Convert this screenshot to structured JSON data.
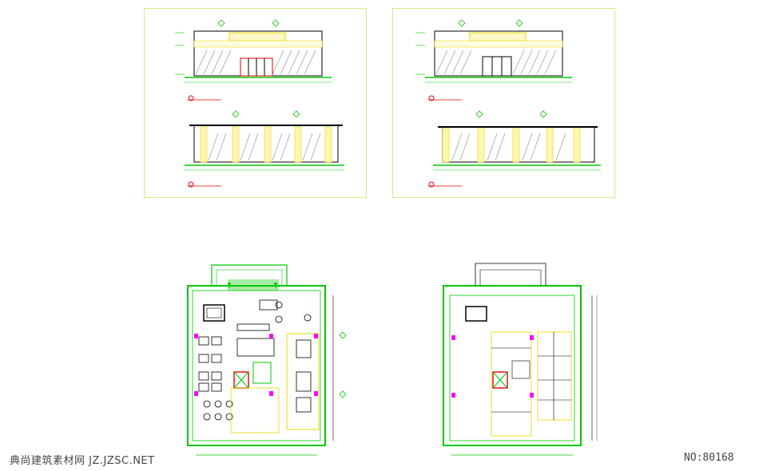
{
  "watermark": {
    "site": "典尚建筑素材网 JZ.JZSC.NET",
    "number": "NO:80168"
  },
  "colors": {
    "sheet_border": "#e6e08a",
    "drawing_line": "#000000",
    "wall_green": "#00c800",
    "accent_yellow": "#e8d800",
    "accent_magenta": "#ff00ff",
    "accent_red": "#e00000",
    "hatch": "#888888"
  },
  "drawings": {
    "sheets": [
      {
        "name": "elevation-sheet-left",
        "views": [
          "front-elevation",
          "side-elevation"
        ]
      },
      {
        "name": "elevation-sheet-right",
        "views": [
          "front-elevation",
          "side-elevation"
        ]
      }
    ],
    "plans": [
      {
        "name": "ground-floor-plan"
      },
      {
        "name": "upper-floor-plan"
      }
    ]
  }
}
